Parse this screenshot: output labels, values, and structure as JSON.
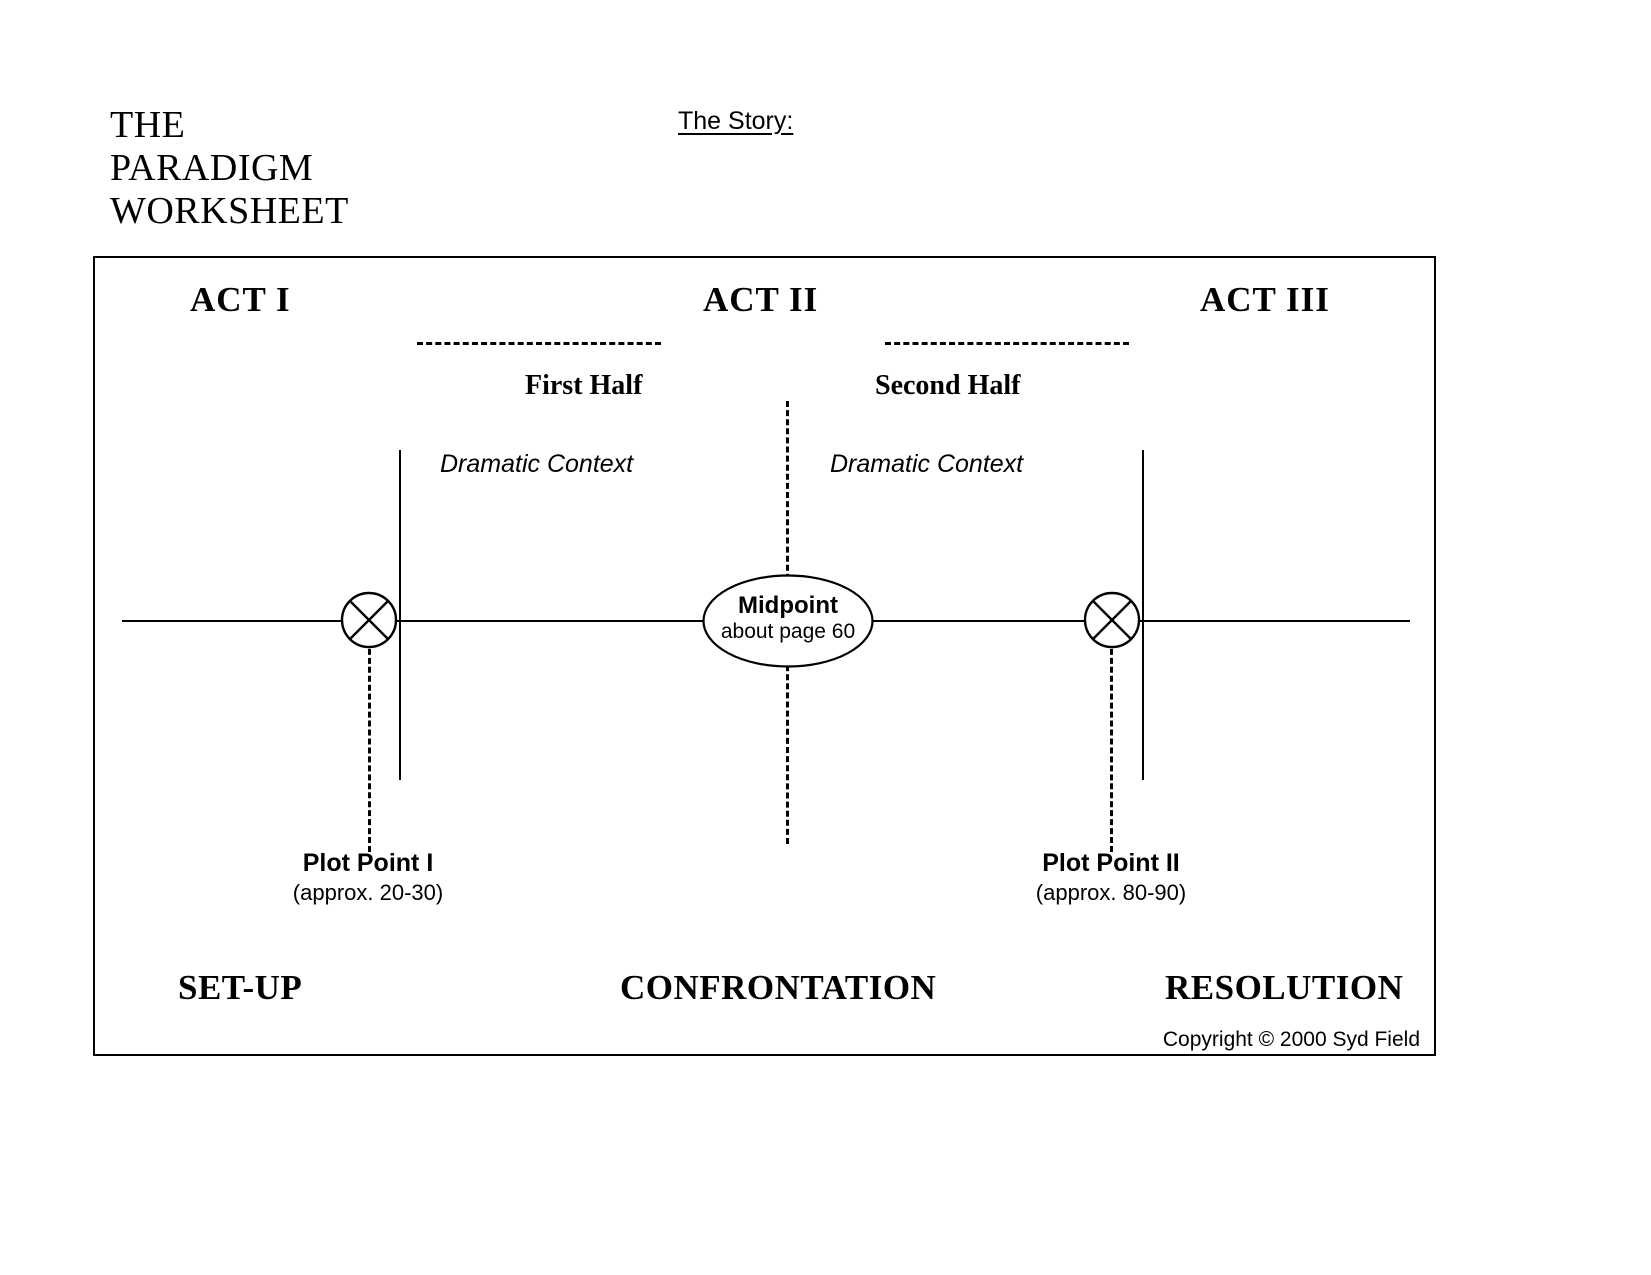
{
  "worksheet": {
    "title_lines": [
      "THE",
      "PARADIGM",
      "WORKSHEET"
    ],
    "story_label": "The Story:",
    "copyright": "Copyright © 2000 Syd Field"
  },
  "acts": [
    {
      "heading": "ACT I",
      "function": "SET-UP"
    },
    {
      "heading": "ACT II",
      "function": "CONFRONTATION"
    },
    {
      "heading": "ACT III",
      "function": "RESOLUTION"
    }
  ],
  "halves": [
    {
      "label": "First Half",
      "context": "Dramatic Context"
    },
    {
      "label": "Second Half",
      "context": "Dramatic Context"
    }
  ],
  "midpoint": {
    "title": "Midpoint",
    "subtitle": "about page 60"
  },
  "plot_points": [
    {
      "title": "Plot Point I",
      "subtitle": "(approx. 20-30)"
    },
    {
      "title": "Plot Point II",
      "subtitle": "(approx. 80-90)"
    }
  ],
  "colors": {
    "ink": "#000000",
    "paper": "#ffffff"
  },
  "chart_data": {
    "type": "diagram",
    "title": "THE PARADIGM WORKSHEET",
    "structure": "three-act screenplay paradigm timeline",
    "axis": "screenplay page number (0 to ~120)",
    "markers": [
      {
        "name": "Plot Point I",
        "page_range": "20-30",
        "glyph": "circle-with-x"
      },
      {
        "name": "Midpoint",
        "page_range": "60",
        "glyph": "ellipse"
      },
      {
        "name": "Plot Point II",
        "page_range": "80-90",
        "glyph": "circle-with-x"
      }
    ],
    "segments": [
      {
        "name": "ACT I",
        "function": "SET-UP"
      },
      {
        "name": "ACT II",
        "function": "CONFRONTATION",
        "subdivisions": [
          "First Half",
          "Second Half"
        ]
      },
      {
        "name": "ACT III",
        "function": "RESOLUTION"
      }
    ]
  }
}
